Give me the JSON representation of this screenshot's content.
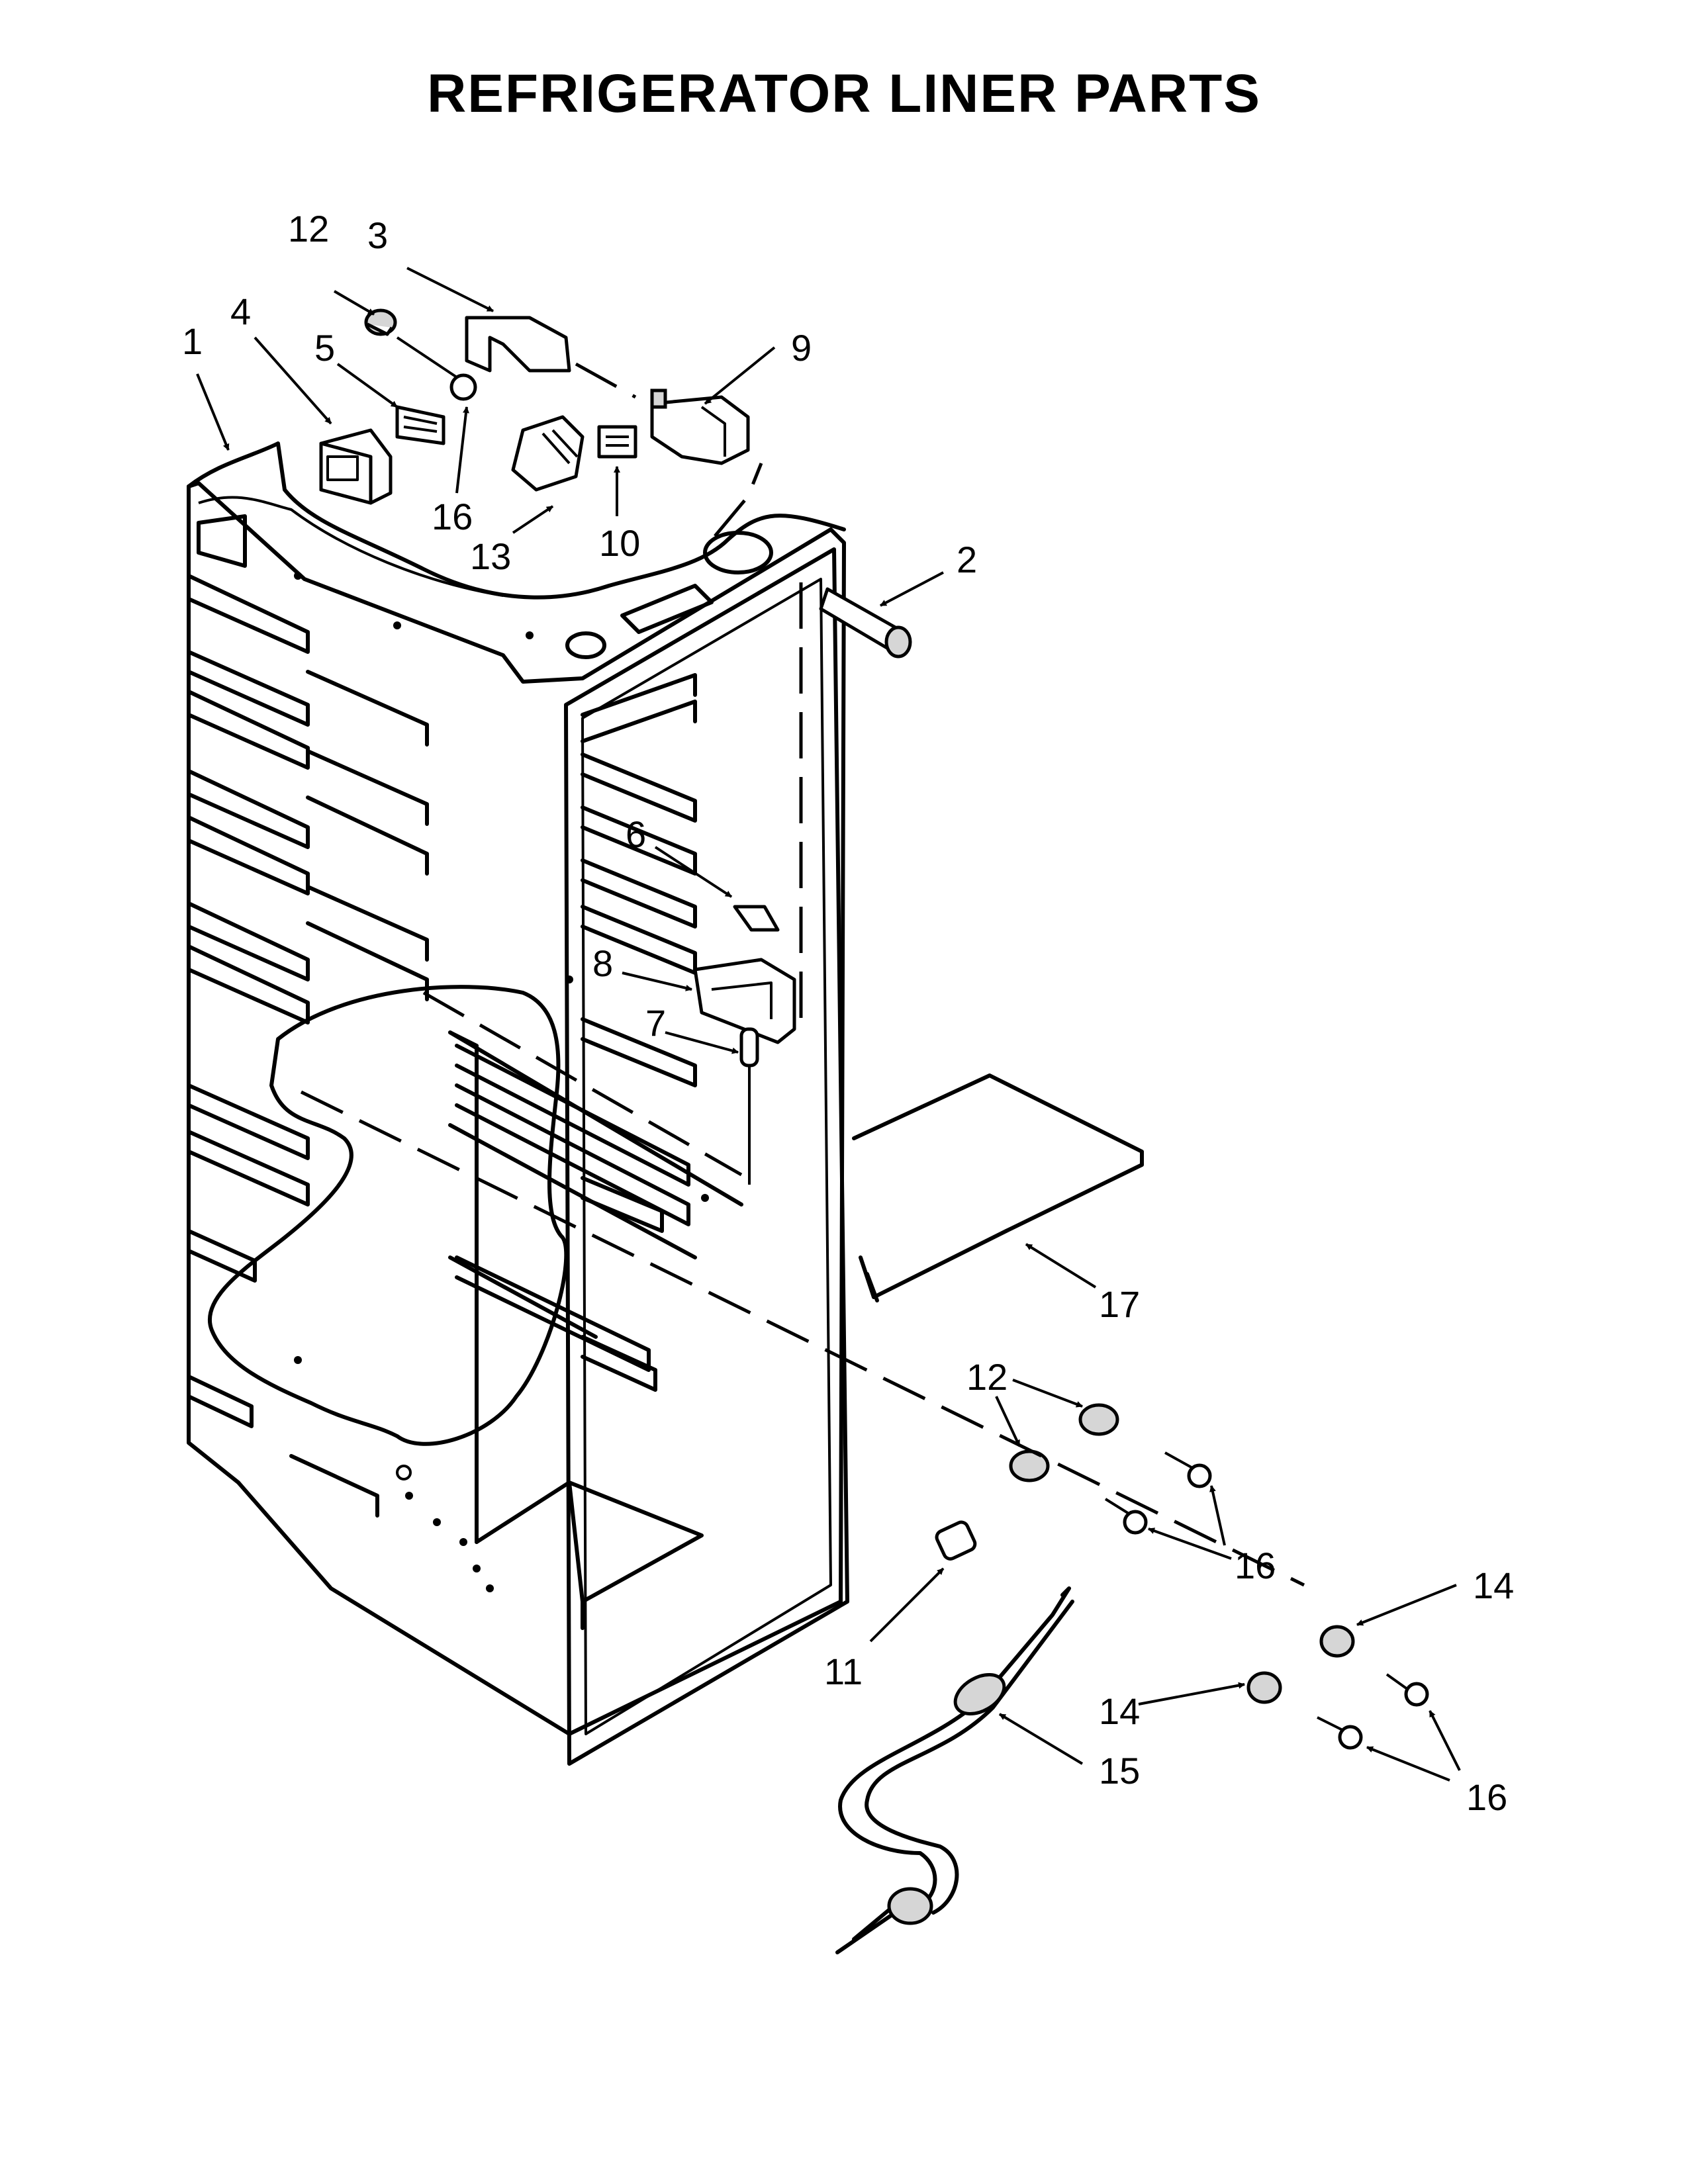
{
  "title": "REFRIGERATOR LINER PARTS",
  "callouts": [
    {
      "id": "c1",
      "label": "1"
    },
    {
      "id": "c12a",
      "label": "12"
    },
    {
      "id": "c3",
      "label": "3"
    },
    {
      "id": "c4",
      "label": "4"
    },
    {
      "id": "c5",
      "label": "5"
    },
    {
      "id": "c9",
      "label": "9"
    },
    {
      "id": "c16a",
      "label": "16"
    },
    {
      "id": "c13",
      "label": "13"
    },
    {
      "id": "c10",
      "label": "10"
    },
    {
      "id": "c2",
      "label": "2"
    },
    {
      "id": "c6",
      "label": "6"
    },
    {
      "id": "c8",
      "label": "8"
    },
    {
      "id": "c7",
      "label": "7"
    },
    {
      "id": "c17",
      "label": "17"
    },
    {
      "id": "c12b",
      "label": "12"
    },
    {
      "id": "c16b",
      "label": "16"
    },
    {
      "id": "c11",
      "label": "11"
    },
    {
      "id": "c14a",
      "label": "14"
    },
    {
      "id": "c14b",
      "label": "14"
    },
    {
      "id": "c15",
      "label": "15"
    },
    {
      "id": "c16c",
      "label": "16"
    }
  ]
}
